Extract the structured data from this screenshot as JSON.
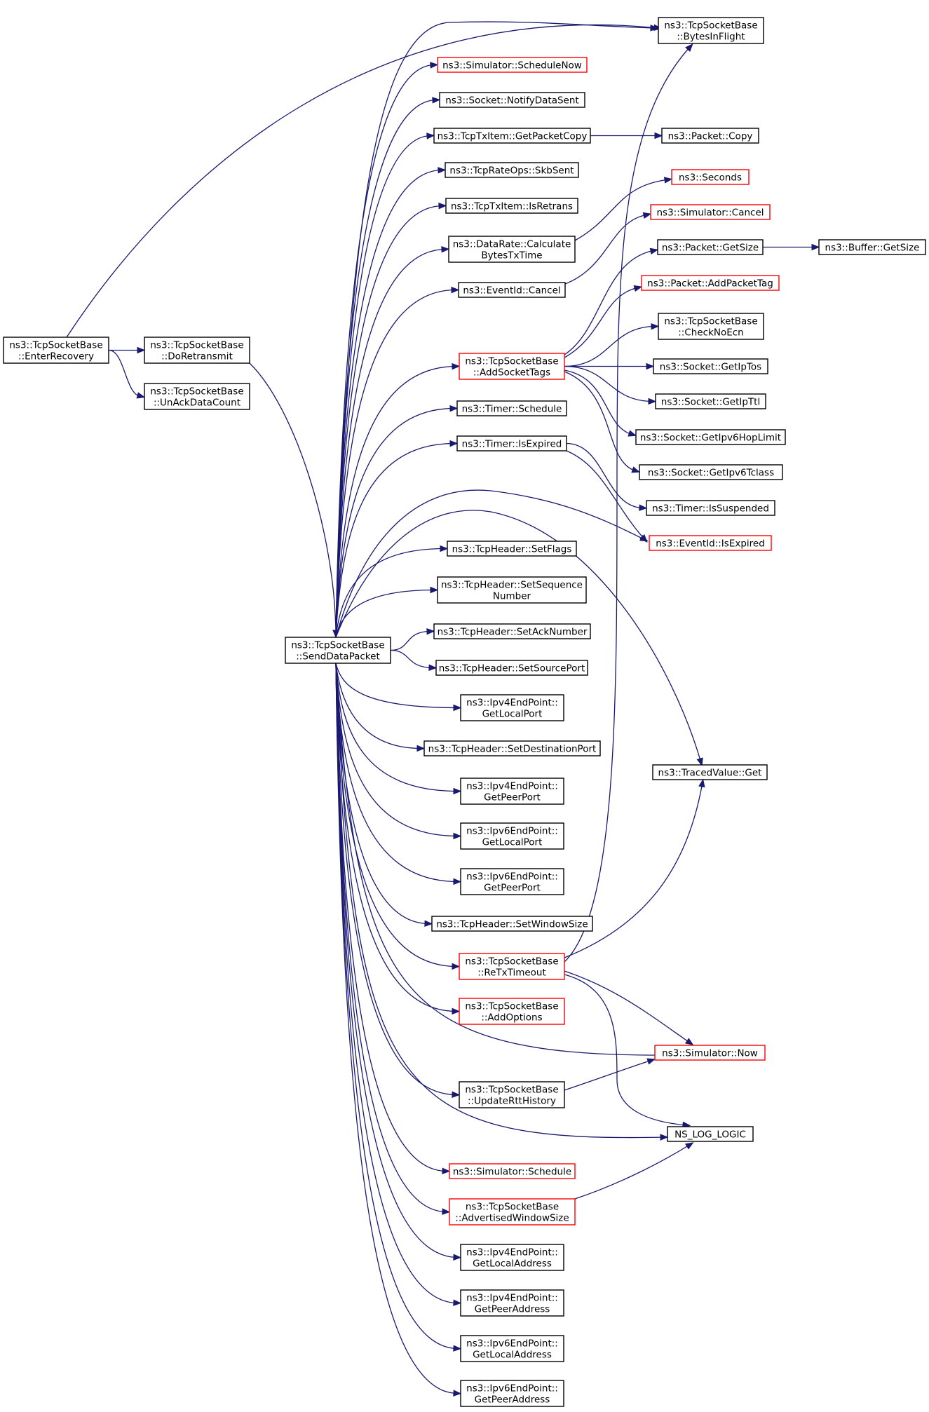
{
  "colors": {
    "edge": "#191970",
    "border_normal": "#000000",
    "border_truncated": "#ff0000",
    "root_fill": "#bfbfbf",
    "node_fill": "#ffffff"
  },
  "nodes": [
    {
      "id": "enterRecovery",
      "lines": [
        "ns3::TcpSocketBase",
        "::EnterRecovery"
      ],
      "style": "root"
    },
    {
      "id": "doRetransmit",
      "lines": [
        "ns3::TcpSocketBase",
        "::DoRetransmit"
      ],
      "style": "normal"
    },
    {
      "id": "unAckDataCount",
      "lines": [
        "ns3::TcpSocketBase",
        "::UnAckDataCount"
      ],
      "style": "normal"
    },
    {
      "id": "sendDataPacket",
      "lines": [
        "ns3::TcpSocketBase",
        "::SendDataPacket"
      ],
      "style": "normal"
    },
    {
      "id": "bytesInFlight",
      "lines": [
        "ns3::TcpSocketBase",
        "::BytesInFlight"
      ],
      "style": "normal"
    },
    {
      "id": "simScheduleNow",
      "lines": [
        "ns3::Simulator::ScheduleNow"
      ],
      "style": "truncated"
    },
    {
      "id": "notifyDataSent",
      "lines": [
        "ns3::Socket::NotifyDataSent"
      ],
      "style": "normal"
    },
    {
      "id": "getPacketCopy",
      "lines": [
        "ns3::TcpTxItem::GetPacketCopy"
      ],
      "style": "normal"
    },
    {
      "id": "packetCopy",
      "lines": [
        "ns3::Packet::Copy"
      ],
      "style": "normal"
    },
    {
      "id": "skbSent",
      "lines": [
        "ns3::TcpRateOps::SkbSent"
      ],
      "style": "normal"
    },
    {
      "id": "isRetrans",
      "lines": [
        "ns3::TcpTxItem::IsRetrans"
      ],
      "style": "normal"
    },
    {
      "id": "seconds",
      "lines": [
        "ns3::Seconds"
      ],
      "style": "truncated"
    },
    {
      "id": "calcBytesTxTime",
      "lines": [
        "ns3::DataRate::Calculate",
        "BytesTxTime"
      ],
      "style": "normal"
    },
    {
      "id": "simCancel",
      "lines": [
        "ns3::Simulator::Cancel"
      ],
      "style": "truncated"
    },
    {
      "id": "packetGetSize",
      "lines": [
        "ns3::Packet::GetSize"
      ],
      "style": "normal"
    },
    {
      "id": "bufferGetSize",
      "lines": [
        "ns3::Buffer::GetSize"
      ],
      "style": "normal"
    },
    {
      "id": "eventIdCancel",
      "lines": [
        "ns3::EventId::Cancel"
      ],
      "style": "normal"
    },
    {
      "id": "addPacketTag",
      "lines": [
        "ns3::Packet::AddPacketTag"
      ],
      "style": "truncated"
    },
    {
      "id": "checkNoEcn",
      "lines": [
        "ns3::TcpSocketBase",
        "::CheckNoEcn"
      ],
      "style": "normal"
    },
    {
      "id": "addSocketTags",
      "lines": [
        "ns3::TcpSocketBase",
        "::AddSocketTags"
      ],
      "style": "truncated"
    },
    {
      "id": "getIpTos",
      "lines": [
        "ns3::Socket::GetIpTos"
      ],
      "style": "normal"
    },
    {
      "id": "getIpTtl",
      "lines": [
        "ns3::Socket::GetIpTtl"
      ],
      "style": "normal"
    },
    {
      "id": "timerSchedule",
      "lines": [
        "ns3::Timer::Schedule"
      ],
      "style": "normal"
    },
    {
      "id": "getIpv6HopLimit",
      "lines": [
        "ns3::Socket::GetIpv6HopLimit"
      ],
      "style": "normal"
    },
    {
      "id": "timerIsExpired",
      "lines": [
        "ns3::Timer::IsExpired"
      ],
      "style": "normal"
    },
    {
      "id": "getIpv6Tclass",
      "lines": [
        "ns3::Socket::GetIpv6Tclass"
      ],
      "style": "normal"
    },
    {
      "id": "timerIsSuspended",
      "lines": [
        "ns3::Timer::IsSuspended"
      ],
      "style": "normal"
    },
    {
      "id": "eventIdIsExpired",
      "lines": [
        "ns3::EventId::IsExpired"
      ],
      "style": "truncated"
    },
    {
      "id": "setFlags",
      "lines": [
        "ns3::TcpHeader::SetFlags"
      ],
      "style": "normal"
    },
    {
      "id": "setSequenceNumber",
      "lines": [
        "ns3::TcpHeader::SetSequence",
        "Number"
      ],
      "style": "normal"
    },
    {
      "id": "setAckNumber",
      "lines": [
        "ns3::TcpHeader::SetAckNumber"
      ],
      "style": "normal"
    },
    {
      "id": "setSourcePort",
      "lines": [
        "ns3::TcpHeader::SetSourcePort"
      ],
      "style": "normal"
    },
    {
      "id": "ipv4GetLocalPort",
      "lines": [
        "ns3::Ipv4EndPoint::",
        "GetLocalPort"
      ],
      "style": "normal"
    },
    {
      "id": "setDestinationPort",
      "lines": [
        "ns3::TcpHeader::SetDestinationPort"
      ],
      "style": "normal"
    },
    {
      "id": "tracedValueGet",
      "lines": [
        "ns3::TracedValue::Get"
      ],
      "style": "normal"
    },
    {
      "id": "ipv4GetPeerPort",
      "lines": [
        "ns3::Ipv4EndPoint::",
        "GetPeerPort"
      ],
      "style": "normal"
    },
    {
      "id": "ipv6GetLocalPort",
      "lines": [
        "ns3::Ipv6EndPoint::",
        "GetLocalPort"
      ],
      "style": "normal"
    },
    {
      "id": "ipv6GetPeerPort",
      "lines": [
        "ns3::Ipv6EndPoint::",
        "GetPeerPort"
      ],
      "style": "normal"
    },
    {
      "id": "setWindowSize",
      "lines": [
        "ns3::TcpHeader::SetWindowSize"
      ],
      "style": "normal"
    },
    {
      "id": "reTxTimeout",
      "lines": [
        "ns3::TcpSocketBase",
        "::ReTxTimeout"
      ],
      "style": "truncated"
    },
    {
      "id": "addOptions",
      "lines": [
        "ns3::TcpSocketBase",
        "::AddOptions"
      ],
      "style": "truncated"
    },
    {
      "id": "simNow",
      "lines": [
        "ns3::Simulator::Now"
      ],
      "style": "truncated"
    },
    {
      "id": "updateRttHistory",
      "lines": [
        "ns3::TcpSocketBase",
        "::UpdateRttHistory"
      ],
      "style": "normal"
    },
    {
      "id": "nsLogLogic",
      "lines": [
        "NS_LOG_LOGIC"
      ],
      "style": "normal"
    },
    {
      "id": "simSchedule",
      "lines": [
        "ns3::Simulator::Schedule"
      ],
      "style": "truncated"
    },
    {
      "id": "advertisedWindowSize",
      "lines": [
        "ns3::TcpSocketBase",
        "::AdvertisedWindowSize"
      ],
      "style": "truncated"
    },
    {
      "id": "ipv4GetLocalAddress",
      "lines": [
        "ns3::Ipv4EndPoint::",
        "GetLocalAddress"
      ],
      "style": "normal"
    },
    {
      "id": "ipv4GetPeerAddress",
      "lines": [
        "ns3::Ipv4EndPoint::",
        "GetPeerAddress"
      ],
      "style": "normal"
    },
    {
      "id": "ipv6GetLocalAddress",
      "lines": [
        "ns3::Ipv6EndPoint::",
        "GetLocalAddress"
      ],
      "style": "normal"
    },
    {
      "id": "ipv6GetPeerAddress",
      "lines": [
        "ns3::Ipv6EndPoint::",
        "GetPeerAddress"
      ],
      "style": "normal"
    }
  ],
  "edges": [
    {
      "from": "enterRecovery",
      "to": "bytesInFlight"
    },
    {
      "from": "enterRecovery",
      "to": "doRetransmit"
    },
    {
      "from": "enterRecovery",
      "to": "unAckDataCount"
    },
    {
      "from": "doRetransmit",
      "to": "sendDataPacket"
    },
    {
      "from": "sendDataPacket",
      "to": "bytesInFlight"
    },
    {
      "from": "sendDataPacket",
      "to": "simScheduleNow"
    },
    {
      "from": "sendDataPacket",
      "to": "notifyDataSent"
    },
    {
      "from": "sendDataPacket",
      "to": "getPacketCopy"
    },
    {
      "from": "sendDataPacket",
      "to": "skbSent"
    },
    {
      "from": "sendDataPacket",
      "to": "isRetrans"
    },
    {
      "from": "sendDataPacket",
      "to": "calcBytesTxTime"
    },
    {
      "from": "sendDataPacket",
      "to": "eventIdCancel"
    },
    {
      "from": "sendDataPacket",
      "to": "addSocketTags"
    },
    {
      "from": "sendDataPacket",
      "to": "timerSchedule"
    },
    {
      "from": "sendDataPacket",
      "to": "timerIsExpired"
    },
    {
      "from": "sendDataPacket",
      "to": "eventIdIsExpired"
    },
    {
      "from": "sendDataPacket",
      "to": "tracedValueGet"
    },
    {
      "from": "sendDataPacket",
      "to": "setFlags"
    },
    {
      "from": "sendDataPacket",
      "to": "setSequenceNumber"
    },
    {
      "from": "sendDataPacket",
      "to": "setAckNumber"
    },
    {
      "from": "sendDataPacket",
      "to": "setSourcePort"
    },
    {
      "from": "sendDataPacket",
      "to": "ipv4GetLocalPort"
    },
    {
      "from": "sendDataPacket",
      "to": "setDestinationPort"
    },
    {
      "from": "sendDataPacket",
      "to": "ipv4GetPeerPort"
    },
    {
      "from": "sendDataPacket",
      "to": "ipv6GetLocalPort"
    },
    {
      "from": "sendDataPacket",
      "to": "ipv6GetPeerPort"
    },
    {
      "from": "sendDataPacket",
      "to": "setWindowSize"
    },
    {
      "from": "sendDataPacket",
      "to": "reTxTimeout"
    },
    {
      "from": "sendDataPacket",
      "to": "addOptions"
    },
    {
      "from": "sendDataPacket",
      "to": "simNow"
    },
    {
      "from": "sendDataPacket",
      "to": "updateRttHistory"
    },
    {
      "from": "sendDataPacket",
      "to": "nsLogLogic"
    },
    {
      "from": "sendDataPacket",
      "to": "simSchedule"
    },
    {
      "from": "sendDataPacket",
      "to": "advertisedWindowSize"
    },
    {
      "from": "sendDataPacket",
      "to": "ipv4GetLocalAddress"
    },
    {
      "from": "sendDataPacket",
      "to": "ipv4GetPeerAddress"
    },
    {
      "from": "sendDataPacket",
      "to": "ipv6GetLocalAddress"
    },
    {
      "from": "sendDataPacket",
      "to": "ipv6GetPeerAddress"
    },
    {
      "from": "getPacketCopy",
      "to": "packetCopy"
    },
    {
      "from": "calcBytesTxTime",
      "to": "seconds"
    },
    {
      "from": "eventIdCancel",
      "to": "simCancel"
    },
    {
      "from": "addSocketTags",
      "to": "packetGetSize"
    },
    {
      "from": "addSocketTags",
      "to": "addPacketTag"
    },
    {
      "from": "addSocketTags",
      "to": "checkNoEcn"
    },
    {
      "from": "addSocketTags",
      "to": "getIpTos"
    },
    {
      "from": "addSocketTags",
      "to": "getIpTtl"
    },
    {
      "from": "addSocketTags",
      "to": "getIpv6HopLimit"
    },
    {
      "from": "addSocketTags",
      "to": "getIpv6Tclass"
    },
    {
      "from": "packetGetSize",
      "to": "bufferGetSize"
    },
    {
      "from": "timerIsExpired",
      "to": "timerIsSuspended"
    },
    {
      "from": "timerIsExpired",
      "to": "eventIdIsExpired"
    },
    {
      "from": "reTxTimeout",
      "to": "bytesInFlight"
    },
    {
      "from": "reTxTimeout",
      "to": "tracedValueGet"
    },
    {
      "from": "reTxTimeout",
      "to": "simNow"
    },
    {
      "from": "reTxTimeout",
      "to": "nsLogLogic"
    },
    {
      "from": "updateRttHistory",
      "to": "simNow"
    },
    {
      "from": "advertisedWindowSize",
      "to": "nsLogLogic"
    }
  ]
}
